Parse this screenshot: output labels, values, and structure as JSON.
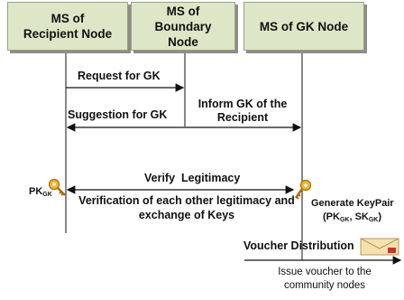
{
  "nodes": {
    "recipient": "MS of Recipient Node",
    "boundary": "MS of Boundary Node",
    "gk": "MS of GK Node"
  },
  "messages": {
    "request_gk": "Request for GK",
    "inform_gk": "Inform GK of the Recipient",
    "suggestion_gk": "Suggestion for GK",
    "verify_legitimacy": "Verify  Legitimacy",
    "verification_exchange": "Verification of each other legitimacy and exchange of Keys",
    "generate_keypair": "Generate KeyPair",
    "voucher_distribution": "Voucher Distribution",
    "issue_voucher": "Issue voucher to the community nodes"
  },
  "keys": {
    "recipient_key_label": "PK",
    "recipient_key_sub": "GK",
    "gk_pair_pk": "PK",
    "gk_pair_pk_sub": "GK",
    "gk_pair_sk": "SK",
    "gk_pair_sk_sub": "GK"
  },
  "colors": {
    "box_fill": "#dde6c6",
    "box_border": "#9aa37a",
    "key_gold": "#e6a21a",
    "envelope": "#f3e2b0",
    "seal": "#c0392b"
  },
  "icons": [
    "key-icon",
    "key-icon",
    "voucher-envelope-icon"
  ]
}
